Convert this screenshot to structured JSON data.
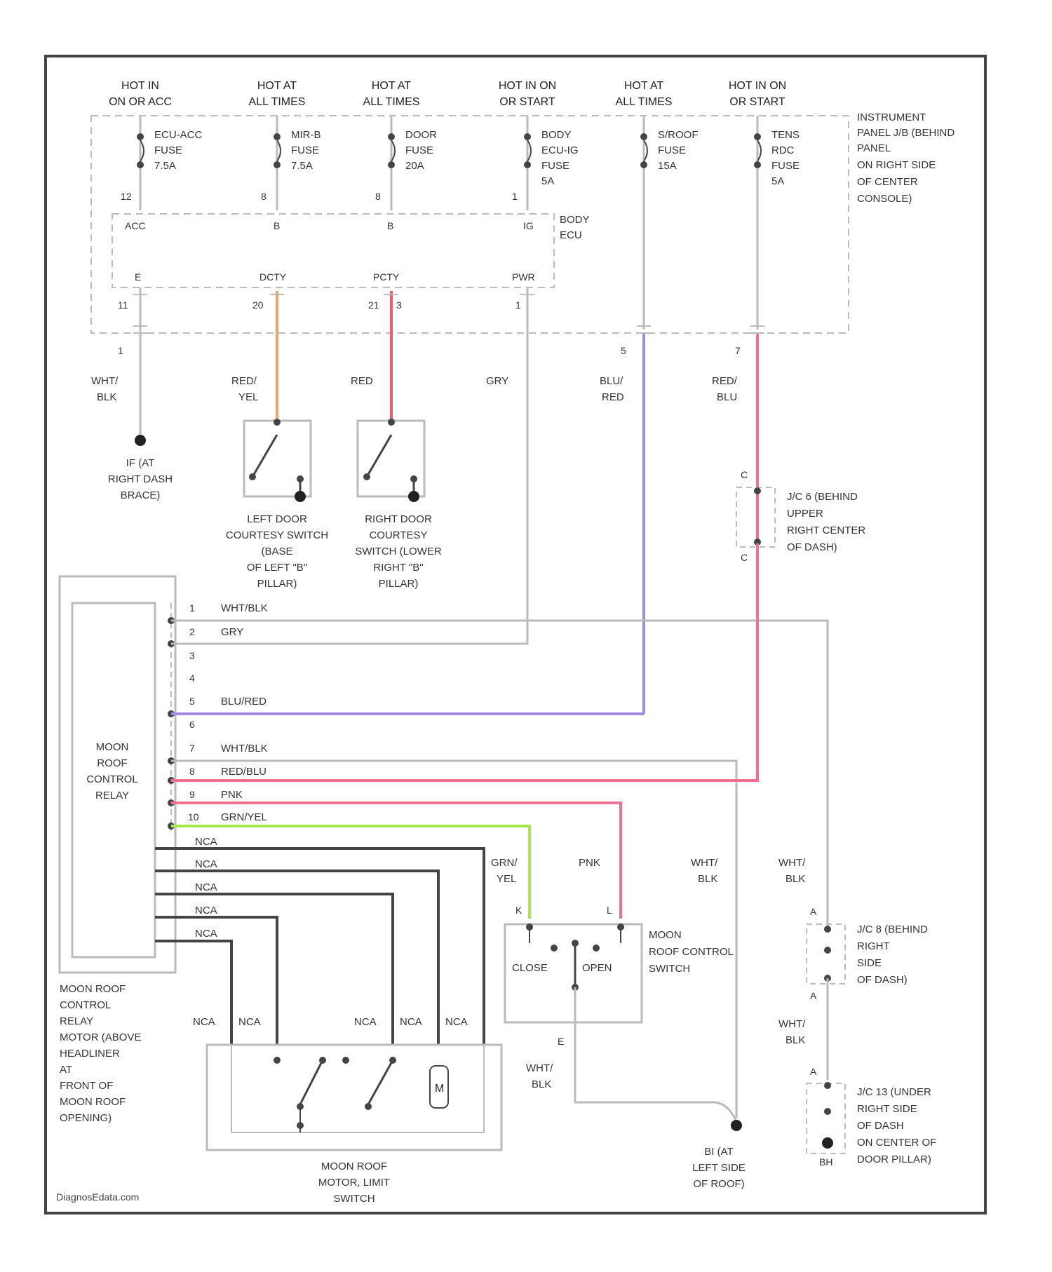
{
  "wire_colors": {
    "orange": "#f4a460",
    "red": "#f06060",
    "purple": "#a28ae0",
    "pink": "#f07090",
    "green": "#a6e84a",
    "gray": "#bbbbbb",
    "dark": "#444444"
  },
  "hot_labels": [
    [
      "HOT IN",
      "ON OR ACC"
    ],
    [
      "HOT AT",
      "ALL TIMES"
    ],
    [
      "HOT AT",
      "ALL TIMES"
    ],
    [
      "HOT IN ON",
      "OR START"
    ],
    [
      "HOT AT",
      "ALL TIMES"
    ],
    [
      "HOT IN ON",
      "OR START"
    ]
  ],
  "fuses": [
    [
      "ECU-ACC",
      "FUSE",
      "7.5A"
    ],
    [
      "MIR-B",
      "FUSE",
      "7.5A"
    ],
    [
      "DOOR",
      "FUSE",
      "20A"
    ],
    [
      "BODY",
      "ECU-IG",
      "FUSE",
      "5A"
    ],
    [
      "S/ROOF",
      "FUSE",
      "15A"
    ],
    [
      "TENS",
      "RDC",
      "FUSE",
      "5A"
    ]
  ],
  "junction_block": [
    "INSTRUMENT",
    "PANEL J/B (BEHIND",
    "PANEL",
    "ON RIGHT SIDE",
    "OF CENTER",
    "CONSOLE)"
  ],
  "body_ecu": [
    "BODY",
    "ECU"
  ],
  "pins_top": [
    "12",
    "8",
    "8",
    "1"
  ],
  "ecu_pins": [
    "ACC",
    "B",
    "B",
    "IG"
  ],
  "ecu_out_pins": [
    "E",
    "DCTY",
    "PCTY",
    "PWR"
  ],
  "conn_nums": [
    "11",
    "20",
    "21",
    "1",
    "1",
    "3",
    "7",
    "5"
  ],
  "wire_labels": {
    "wht_blk_1": [
      "WHT/",
      "BLK"
    ],
    "red_yel": [
      "RED/",
      "YEL"
    ],
    "red": "RED",
    "gry": "GRY",
    "blu_red": [
      "BLU/",
      "RED"
    ],
    "red_blu": [
      "RED/",
      "BLU"
    ]
  },
  "ground_if": [
    "IF (AT",
    "RIGHT DASH",
    "BRACE)"
  ],
  "left_switch": [
    "LEFT DOOR",
    "COURTESY SWITCH",
    "(BASE",
    "OF LEFT \"B\"",
    "PILLAR)"
  ],
  "right_switch": [
    "RIGHT DOOR",
    "COURTESY",
    "SWITCH (LOWER",
    "RIGHT \"B\"",
    "PILLAR)"
  ],
  "jc_upper": [
    "J/C 6 (BEHIND",
    "UPPER",
    "RIGHT CENTER",
    "OF DASH)"
  ],
  "relay_pins": [
    {
      "num": "1",
      "label": "WHT/BLK"
    },
    {
      "num": "2",
      "label": "GRY"
    },
    {
      "num": "3",
      "label": ""
    },
    {
      "num": "4",
      "label": ""
    },
    {
      "num": "5",
      "label": "BLU/RED"
    },
    {
      "num": "6",
      "label": ""
    },
    {
      "num": "7",
      "label": "WHT/BLK"
    },
    {
      "num": "8",
      "label": "RED/BLU"
    },
    {
      "num": "9",
      "label": "PNK"
    },
    {
      "num": "10",
      "label": "GRN/YEL"
    }
  ],
  "nca": "NCA",
  "relay_name": [
    "MOON",
    "ROOF",
    "CONTROL",
    "RELAY"
  ],
  "relay_location": [
    "MOON ROOF",
    "CONTROL",
    "RELAY",
    "MOTOR (ABOVE",
    "HEADLINER",
    "AT",
    "FRONT OF",
    "MOON ROOF",
    "OPENING)"
  ],
  "motor_name": [
    "MOON ROOF",
    "MOTOR, LIMIT",
    "SWITCH"
  ],
  "motor_m": "M",
  "switch_wire_labels": {
    "grn_yel": [
      "GRN/",
      "YEL"
    ],
    "pnk": "PNK",
    "wht_blk_a": [
      "WHT/",
      "BLK"
    ],
    "wht_blk_b": [
      "WHT/",
      "BLK"
    ],
    "wht_blk_c": [
      "WHT/",
      "BLK"
    ],
    "wht_blk_d": [
      "WHT/",
      "BLK"
    ]
  },
  "mr_switch": {
    "close": "CLOSE",
    "open": "OPEN",
    "name": [
      "MOON",
      "ROOF CONTROL",
      "SWITCH"
    ],
    "pin_k": "K",
    "pin_l": "L",
    "pin_e": "E"
  },
  "ground_bi": [
    "BI (AT",
    "LEFT SIDE",
    "OF ROOF)"
  ],
  "jc_right": [
    "J/C 8 (BEHIND",
    "RIGHT",
    "SIDE",
    "OF DASH)"
  ],
  "jc_lower": [
    "J/C 13 (UNDER",
    "RIGHT SIDE",
    "OF DASH",
    "ON CENTER OF",
    "DOOR PILLAR)"
  ],
  "pin_letters": {
    "c": "C",
    "a": "A"
  },
  "ground_bh": "BH",
  "watermark": "DiagnosEdata.com"
}
